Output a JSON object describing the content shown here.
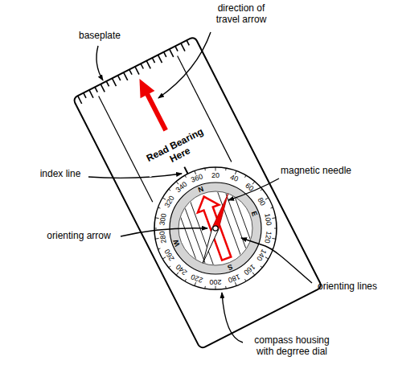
{
  "diagram": {
    "labels": [
      "direction of travel arrow",
      "baseplate",
      "Read Bearing Here",
      "index line",
      "magnetic needle",
      "orienting arrow",
      "orienting lines",
      "compass housing with degrree dial",
      "360",
      "20",
      "40",
      "60",
      "80",
      "100",
      "120",
      "140",
      "160",
      "180",
      "200",
      "220",
      "240",
      "260",
      "280",
      "300",
      "320",
      "340",
      "N",
      "E",
      "S",
      "W"
    ]
  }
}
